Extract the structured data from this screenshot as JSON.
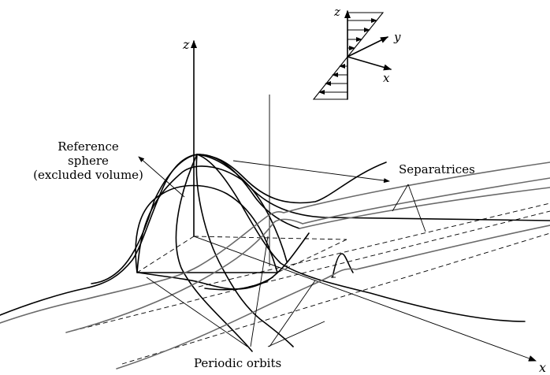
{
  "labels": {
    "reference_sphere": [
      "Reference",
      "sphere",
      "(excluded volume)"
    ],
    "separatrices": "Separatrices",
    "periodic_orbits": "Periodic orbits"
  },
  "axes": {
    "z_main": "z",
    "x_main": "x",
    "inset_z": "z",
    "inset_y": "y",
    "inset_x": "x"
  },
  "colors": {
    "ink": "#000000",
    "grey_trajectory": "#6a6a6a"
  }
}
